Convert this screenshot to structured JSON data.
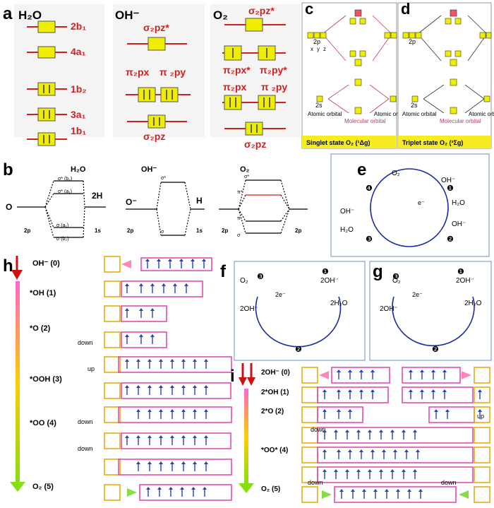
{
  "panels": {
    "a": "a",
    "b": "b",
    "c": "c",
    "d": "d",
    "e": "e",
    "f": "f",
    "g": "g",
    "h": "h",
    "i": "i"
  },
  "a": {
    "h2o_title": "H₂O",
    "h2o_levels": [
      "2b₁",
      "4a₁",
      "1b₂",
      "3a₁",
      "1b₁"
    ],
    "oh_title": "OH⁻",
    "oh_top": "σ₂pz*",
    "oh_mid_left": "π₂px",
    "oh_mid_right": "π ₂py",
    "oh_bottom": "σ₂pz",
    "o2_title": "O₂",
    "o2_top": "σ₂pz*",
    "o2_pistar_left": "π₂px*",
    "o2_pistar_right": "π₂py*",
    "o2_pi_left": "π₂px",
    "o2_pi_right": "π ₂py",
    "o2_bottom": "σ₂pz"
  },
  "cd": {
    "singlet": "Singlet state O₂ (¹Δg)",
    "triplet": "Triplet state O₂ (³Σg)",
    "atomic": "Atomic orbital",
    "molecular": "Molecular orbital",
    "two_p": "2p",
    "two_s": "2s",
    "xyz": [
      "x",
      "y",
      "z"
    ]
  },
  "b": {
    "h2o": "H₂O",
    "oh": "OH⁻",
    "o2": "O₂",
    "o": "O",
    "h2": "2H",
    "h": "H",
    "ominus": "O⁻",
    "p2": "2p",
    "s1": "1s",
    "sig_b2": "σ* (b₂)",
    "sig_a1": "σ* (a₁)",
    "sig_a1b": "σ (a₁)",
    "sig_b2b": "σ (b₂)",
    "sigstar": "σ*",
    "sigma": "σ",
    "pistar": "π*",
    "pi": "π"
  },
  "e": {
    "steps": [
      "❶",
      "❷",
      "❸",
      "❹"
    ],
    "oh": "OH⁻",
    "h2o": "H₂O",
    "o2": "O₂",
    "eminus": "e⁻"
  },
  "f": {
    "o2": "O₂",
    "two_oh": "2OH⁻",
    "two_e": "2e⁻",
    "two_h2o": "2H₂O",
    "steps": [
      "❶",
      "❷",
      "❸"
    ]
  },
  "g": {
    "o2": "O₂",
    "two_oh": "2OH⁻",
    "two_e": "2e⁻",
    "two_h2o": "2H₂O",
    "steps": [
      "❶",
      "❷",
      "❸"
    ]
  },
  "h": {
    "states": [
      "OH⁻ (0)",
      "*OH (1)",
      "*O (2)",
      "*OOH (3)",
      "*OO (4)",
      "O₂ (5)"
    ],
    "down": "down",
    "up": "up"
  },
  "i": {
    "states": [
      "2OH⁻ (0)",
      "2*OH (1)",
      "2*O (2)",
      "*OO* (4)",
      "O₂ (5)"
    ],
    "down": "down",
    "up": "up"
  },
  "colors": {
    "red": "#cc2222",
    "yellow": "#f0ee00",
    "magenta": "#e040a0",
    "blue": "#2a3fb0",
    "green": "#7ed321"
  }
}
